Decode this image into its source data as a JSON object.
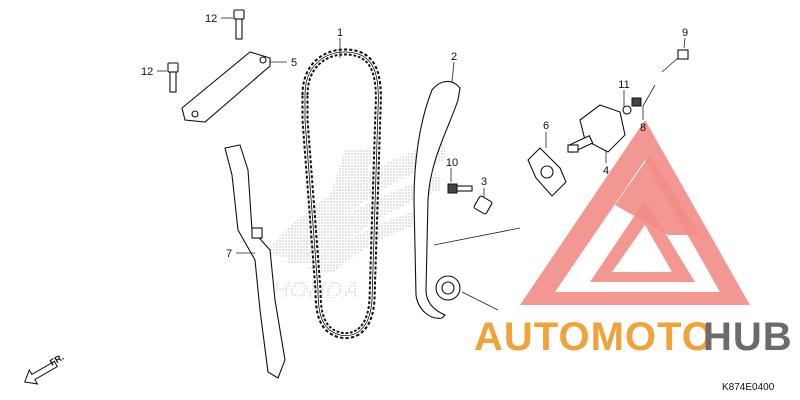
{
  "callouts": [
    {
      "label": "1"
    },
    {
      "label": "2"
    },
    {
      "label": "3"
    },
    {
      "label": "4"
    },
    {
      "label": "5"
    },
    {
      "label": "6"
    },
    {
      "label": "7"
    },
    {
      "label": "8"
    },
    {
      "label": "9"
    },
    {
      "label": "10"
    },
    {
      "label": "11"
    },
    {
      "label": "12"
    },
    {
      "label": "12"
    }
  ],
  "front_marker": "FR.",
  "diagram_code": "K874E0400",
  "watermark": {
    "word_light": "AUTOMOTO",
    "word_dark": "HUB",
    "color_light": "#f2a23a",
    "color_dark": "#6b6b6b",
    "logo_color": "#f28c86"
  },
  "brand_watermark": "HONDA"
}
